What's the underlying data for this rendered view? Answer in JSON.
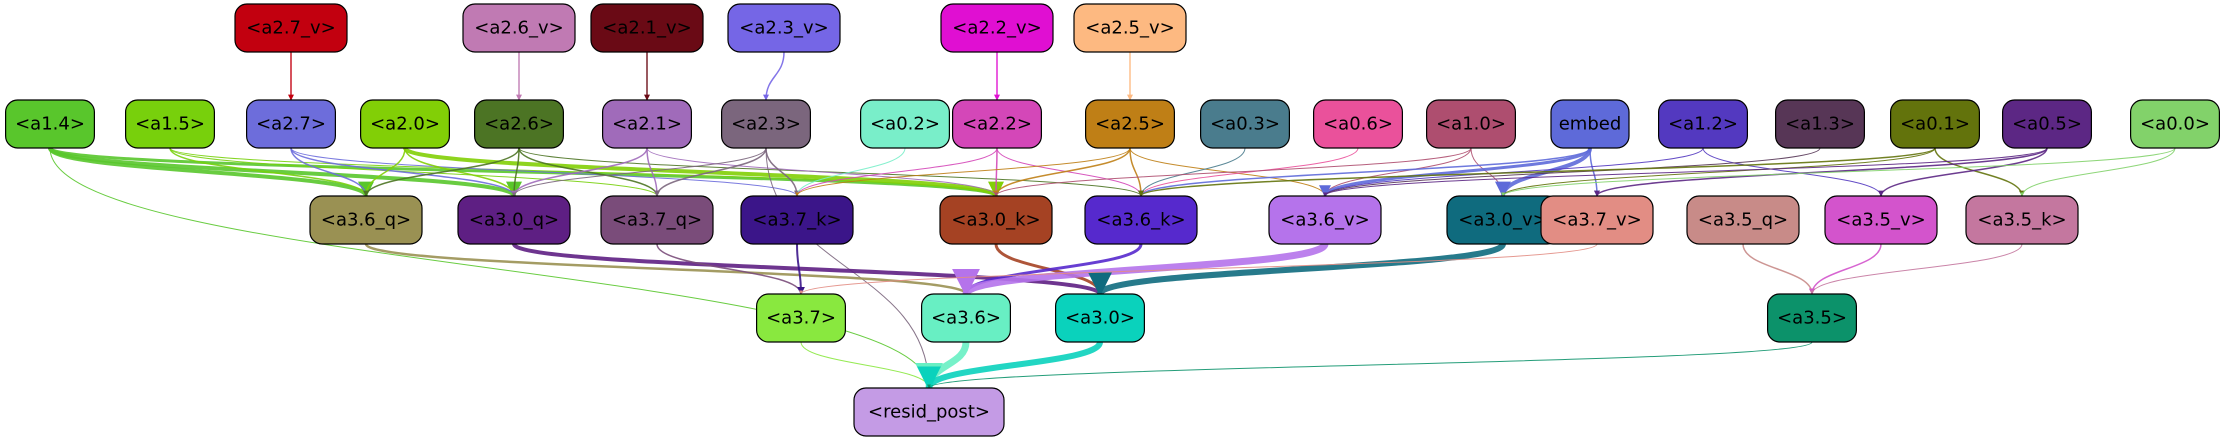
{
  "graph": {
    "nodes": [
      {
        "id": "a2_7_v",
        "label": "<a2.7_v>",
        "fill": "#c2000f",
        "text": "#000000"
      },
      {
        "id": "a2_6_v",
        "label": "<a2.6_v>",
        "fill": "#c07ab3",
        "text": "#000000"
      },
      {
        "id": "a2_1_v",
        "label": "<a2.1_v>",
        "fill": "#6a0a15",
        "text": "#000000"
      },
      {
        "id": "a2_3_v",
        "label": "<a2.3_v>",
        "fill": "#7566e6",
        "text": "#000000"
      },
      {
        "id": "a2_2_v",
        "label": "<a2.2_v>",
        "fill": "#e00fd2",
        "text": "#000000"
      },
      {
        "id": "a2_5_v",
        "label": "<a2.5_v>",
        "fill": "#fdb981",
        "text": "#000000"
      },
      {
        "id": "a1_4",
        "label": "<a1.4>",
        "fill": "#59c62c",
        "text": "#000000"
      },
      {
        "id": "a1_5",
        "label": "<a1.5>",
        "fill": "#78d00c",
        "text": "#000000"
      },
      {
        "id": "a2_7",
        "label": "<a2.7>",
        "fill": "#6d6ddb",
        "text": "#000000"
      },
      {
        "id": "a2_0",
        "label": "<a2.0>",
        "fill": "#82cf06",
        "text": "#000000"
      },
      {
        "id": "a2_6",
        "label": "<a2.6>",
        "fill": "#4c7424",
        "text": "#000000"
      },
      {
        "id": "a2_1",
        "label": "<a2.1>",
        "fill": "#a06bba",
        "text": "#000000"
      },
      {
        "id": "a2_3",
        "label": "<a2.3>",
        "fill": "#7b667d",
        "text": "#000000"
      },
      {
        "id": "a0_2",
        "label": "<a0.2>",
        "fill": "#79eec9",
        "text": "#000000"
      },
      {
        "id": "a2_2",
        "label": "<a2.2>",
        "fill": "#d447b8",
        "text": "#000000"
      },
      {
        "id": "a2_5",
        "label": "<a2.5>",
        "fill": "#bf7f16",
        "text": "#000000"
      },
      {
        "id": "a0_3",
        "label": "<a0.3>",
        "fill": "#4a7c8d",
        "text": "#000000"
      },
      {
        "id": "a0_6",
        "label": "<a0.6>",
        "fill": "#ea519b",
        "text": "#000000"
      },
      {
        "id": "a1_0",
        "label": "<a1.0>",
        "fill": "#ae4e6f",
        "text": "#000000"
      },
      {
        "id": "embed",
        "label": "embed",
        "fill": "#5e6ad9",
        "text": "#000000"
      },
      {
        "id": "a1_2",
        "label": "<a1.2>",
        "fill": "#5339c0",
        "text": "#000000"
      },
      {
        "id": "a1_3",
        "label": "<a1.3>",
        "fill": "#573656",
        "text": "#000000"
      },
      {
        "id": "a0_1",
        "label": "<a0.1>",
        "fill": "#63730c",
        "text": "#000000"
      },
      {
        "id": "a0_5",
        "label": "<a0.5>",
        "fill": "#5c2784",
        "text": "#000000"
      },
      {
        "id": "a0_0",
        "label": "<a0.0>",
        "fill": "#82d26a",
        "text": "#000000"
      },
      {
        "id": "a3_6_q",
        "label": "<a3.6_q>",
        "fill": "#9a9153",
        "text": "#000000"
      },
      {
        "id": "a3_0_q",
        "label": "<a3.0_q>",
        "fill": "#5e1f83",
        "text": "#000000"
      },
      {
        "id": "a3_7_q",
        "label": "<a3.7_q>",
        "fill": "#7a4c7a",
        "text": "#000000"
      },
      {
        "id": "a3_7_k",
        "label": "<a3.7_k>",
        "fill": "#3b1589",
        "text": "#000000"
      },
      {
        "id": "a3_0_k",
        "label": "<a3.0_k>",
        "fill": "#a54223",
        "text": "#000000"
      },
      {
        "id": "a3_6_k",
        "label": "<a3.6_k>",
        "fill": "#5629cd",
        "text": "#000000"
      },
      {
        "id": "a3_6_v",
        "label": "<a3.6_v>",
        "fill": "#b573eb",
        "text": "#000000"
      },
      {
        "id": "a3_0_v",
        "label": "<a3.0_v>",
        "fill": "#0f6b7e",
        "text": "#000000"
      },
      {
        "id": "a3_7_v",
        "label": "<a3.7_v>",
        "fill": "#e28d84",
        "text": "#000000"
      },
      {
        "id": "a3_5_q",
        "label": "<a3.5_q>",
        "fill": "#c88b88",
        "text": "#000000"
      },
      {
        "id": "a3_5_v",
        "label": "<a3.5_v>",
        "fill": "#d354cc",
        "text": "#000000"
      },
      {
        "id": "a3_5_k",
        "label": "<a3.5_k>",
        "fill": "#c4779f",
        "text": "#000000"
      },
      {
        "id": "a3_7",
        "label": "<a3.7>",
        "fill": "#89e83f",
        "text": "#000000"
      },
      {
        "id": "a3_6",
        "label": "<a3.6>",
        "fill": "#68efc3",
        "text": "#000000"
      },
      {
        "id": "a3_0",
        "label": "<a3.0>",
        "fill": "#0ad2bc",
        "text": "#000000"
      },
      {
        "id": "a3_5",
        "label": "<a3.5>",
        "fill": "#0c926a",
        "text": "#000000"
      },
      {
        "id": "resid_post",
        "label": "<resid_post>",
        "fill": "#c49be5",
        "text": "#000000"
      }
    ],
    "edges": [
      {
        "from": "a2_7_v",
        "to": "a2_7",
        "color": "#c2000f",
        "width": 1.5
      },
      {
        "from": "a2_6_v",
        "to": "a2_6",
        "color": "#c07ab3",
        "width": 1.5
      },
      {
        "from": "a2_1_v",
        "to": "a2_1",
        "color": "#6a0a15",
        "width": 1.5
      },
      {
        "from": "a2_3_v",
        "to": "a2_3",
        "color": "#7566e6",
        "width": 1.5
      },
      {
        "from": "a2_2_v",
        "to": "a2_2",
        "color": "#e00fd2",
        "width": 1.5
      },
      {
        "from": "a2_5_v",
        "to": "a2_5",
        "color": "#fdb981",
        "width": 1.5
      },
      {
        "from": "a1_4",
        "to": "a3_6_q",
        "color": "#59c62c",
        "width": 4
      },
      {
        "from": "a1_4",
        "to": "a3_0_q",
        "color": "#59c62c",
        "width": 4
      },
      {
        "from": "a1_4",
        "to": "a3_0_k",
        "color": "#59c62c",
        "width": 3
      },
      {
        "from": "a1_4",
        "to": "resid_post",
        "color": "#59c62c",
        "width": 1
      },
      {
        "from": "a1_5",
        "to": "a3_6_q",
        "color": "#78d00c",
        "width": 1.5
      },
      {
        "from": "a1_5",
        "to": "a3_7_q",
        "color": "#78d00c",
        "width": 1
      },
      {
        "from": "a1_5",
        "to": "a3_0_k",
        "color": "#78d00c",
        "width": 1
      },
      {
        "from": "a2_7",
        "to": "a3_6_q",
        "color": "#6d6ddb",
        "width": 1.5
      },
      {
        "from": "a2_7",
        "to": "a3_0_q",
        "color": "#6d6ddb",
        "width": 1.5
      },
      {
        "from": "a2_7",
        "to": "a3_7_k",
        "color": "#6d6ddb",
        "width": 1
      },
      {
        "from": "a2_0",
        "to": "a3_6_q",
        "color": "#82cf06",
        "width": 1.5
      },
      {
        "from": "a2_0",
        "to": "a3_0_q",
        "color": "#82cf06",
        "width": 1.5
      },
      {
        "from": "a2_0",
        "to": "a3_0_k",
        "color": "#82cf06",
        "width": 4
      },
      {
        "from": "a2_6",
        "to": "a3_0_q",
        "color": "#4c7424",
        "width": 1.5
      },
      {
        "from": "a2_6",
        "to": "a3_7_q",
        "color": "#4c7424",
        "width": 1.5
      },
      {
        "from": "a2_6",
        "to": "a3_6_q",
        "color": "#4c7424",
        "width": 1.5
      },
      {
        "from": "a2_6",
        "to": "a3_6_k",
        "color": "#4c7424",
        "width": 1
      },
      {
        "from": "a2_1",
        "to": "a3_0_q",
        "color": "#a06bba",
        "width": 1.5
      },
      {
        "from": "a2_1",
        "to": "a3_7_q",
        "color": "#a06bba",
        "width": 1.5
      },
      {
        "from": "a2_1",
        "to": "a3_0_k",
        "color": "#a06bba",
        "width": 1
      },
      {
        "from": "a2_3",
        "to": "a3_7_q",
        "color": "#7b667d",
        "width": 1.5
      },
      {
        "from": "a2_3",
        "to": "a3_7_k",
        "color": "#7b667d",
        "width": 1.5
      },
      {
        "from": "a2_3",
        "to": "a3_0_q",
        "color": "#7b667d",
        "width": 1
      },
      {
        "from": "a2_3",
        "to": "resid_post",
        "color": "#7b667d",
        "width": 1
      },
      {
        "from": "a0_2",
        "to": "a3_7_k",
        "color": "#79eec9",
        "width": 1
      },
      {
        "from": "a2_2",
        "to": "a3_0_k",
        "color": "#d447b8",
        "width": 1.5
      },
      {
        "from": "a2_2",
        "to": "a3_7_k",
        "color": "#d447b8",
        "width": 1
      },
      {
        "from": "a2_2",
        "to": "a3_6_k",
        "color": "#d447b8",
        "width": 1
      },
      {
        "from": "a2_5",
        "to": "a3_0_k",
        "color": "#bf7f16",
        "width": 1.5
      },
      {
        "from": "a2_5",
        "to": "a3_6_k",
        "color": "#bf7f16",
        "width": 1.5
      },
      {
        "from": "a2_5",
        "to": "a3_7_k",
        "color": "#bf7f16",
        "width": 1
      },
      {
        "from": "a2_5",
        "to": "a3_6_v",
        "color": "#bf7f16",
        "width": 1
      },
      {
        "from": "a0_3",
        "to": "a3_6_k",
        "color": "#4a7c8d",
        "width": 1
      },
      {
        "from": "a0_6",
        "to": "a3_6_k",
        "color": "#ea519b",
        "width": 1
      },
      {
        "from": "a1_0",
        "to": "a3_0_v",
        "color": "#ae4e6f",
        "width": 1
      },
      {
        "from": "a1_0",
        "to": "a3_6_v",
        "color": "#ae4e6f",
        "width": 1
      },
      {
        "from": "a1_0",
        "to": "a3_0_k",
        "color": "#ae4e6f",
        "width": 1
      },
      {
        "from": "embed",
        "to": "a3_0_v",
        "color": "#5e6ad9",
        "width": 4
      },
      {
        "from": "embed",
        "to": "a3_6_v",
        "color": "#5e6ad9",
        "width": 3
      },
      {
        "from": "embed",
        "to": "a3_7_v",
        "color": "#5e6ad9",
        "width": 1.5
      },
      {
        "from": "embed",
        "to": "a3_6_k",
        "color": "#5e6ad9",
        "width": 1.5
      },
      {
        "from": "a1_2",
        "to": "a3_5_v",
        "color": "#5339c0",
        "width": 1
      },
      {
        "from": "a1_2",
        "to": "a3_6_v",
        "color": "#5339c0",
        "width": 1
      },
      {
        "from": "a1_3",
        "to": "a3_6_v",
        "color": "#573656",
        "width": 1
      },
      {
        "from": "a0_1",
        "to": "a3_5_k",
        "color": "#63730c",
        "width": 1.5
      },
      {
        "from": "a0_1",
        "to": "a3_6_k",
        "color": "#63730c",
        "width": 1.5
      },
      {
        "from": "a0_1",
        "to": "a3_0_v",
        "color": "#63730c",
        "width": 1
      },
      {
        "from": "a0_5",
        "to": "a3_5_v",
        "color": "#5c2784",
        "width": 1.5
      },
      {
        "from": "a0_5",
        "to": "a3_7_v",
        "color": "#5c2784",
        "width": 1.5
      },
      {
        "from": "a0_5",
        "to": "a3_6_v",
        "color": "#5c2784",
        "width": 1
      },
      {
        "from": "a0_0",
        "to": "a3_5_k",
        "color": "#82d26a",
        "width": 1
      },
      {
        "from": "a0_0",
        "to": "a3_0_v",
        "color": "#82d26a",
        "width": 1
      },
      {
        "from": "a3_6_q",
        "to": "a3_6",
        "color": "#9a9153",
        "width": 2.5
      },
      {
        "from": "a3_0_q",
        "to": "a3_0",
        "color": "#5e1f83",
        "width": 4
      },
      {
        "from": "a3_7_q",
        "to": "a3_7",
        "color": "#7a4c7a",
        "width": 1.5
      },
      {
        "from": "a3_7_k",
        "to": "a3_7",
        "color": "#3b1589",
        "width": 2
      },
      {
        "from": "a3_0_k",
        "to": "a3_0",
        "color": "#a54223",
        "width": 3
      },
      {
        "from": "a3_6_k",
        "to": "a3_6",
        "color": "#5629cd",
        "width": 3
      },
      {
        "from": "a3_6_v",
        "to": "a3_6",
        "color": "#b573eb",
        "width": 7
      },
      {
        "from": "a3_0_v",
        "to": "a3_0",
        "color": "#0f6b7e",
        "width": 6
      },
      {
        "from": "a3_7_v",
        "to": "a3_7",
        "color": "#e28d84",
        "width": 1
      },
      {
        "from": "a3_5_q",
        "to": "a3_5",
        "color": "#c88b88",
        "width": 1.5
      },
      {
        "from": "a3_5_v",
        "to": "a3_5",
        "color": "#d354cc",
        "width": 1.5
      },
      {
        "from": "a3_5_k",
        "to": "a3_5",
        "color": "#c4779f",
        "width": 1
      },
      {
        "from": "a3_7",
        "to": "resid_post",
        "color": "#89e83f",
        "width": 1
      },
      {
        "from": "a3_6",
        "to": "resid_post",
        "color": "#68efc3",
        "width": 7
      },
      {
        "from": "a3_0",
        "to": "resid_post",
        "color": "#0ad2bc",
        "width": 6
      },
      {
        "from": "a3_5",
        "to": "resid_post",
        "color": "#0c926a",
        "width": 1
      }
    ]
  }
}
